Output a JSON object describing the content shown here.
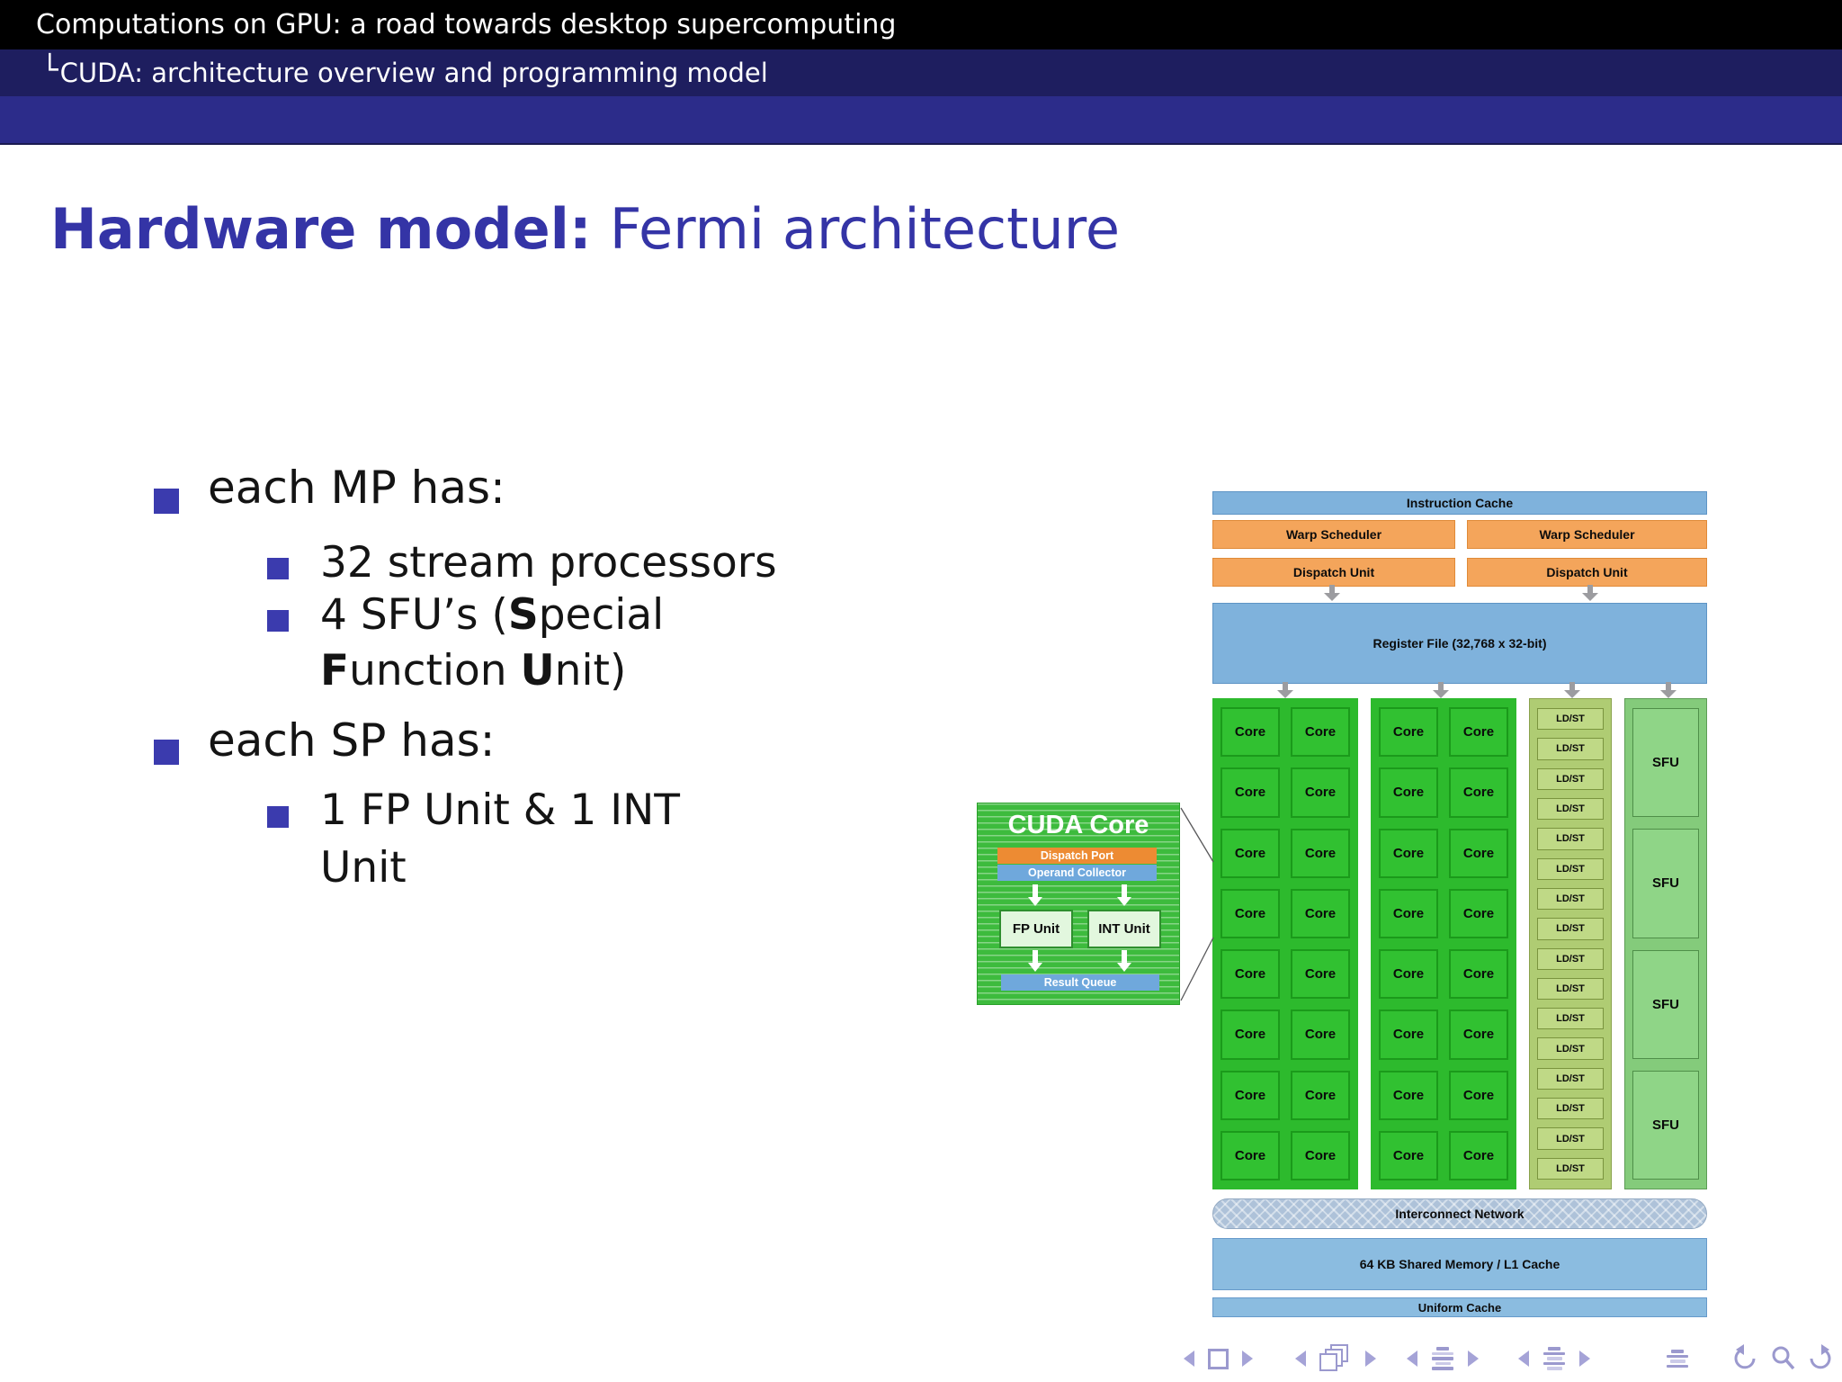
{
  "header": {
    "title": "Computations on GPU: a road towards desktop supercomputing",
    "tree_glyph": "└",
    "subtitle": "CUDA: architecture overview and programming model"
  },
  "slide": {
    "title_bold": "Hardware model:",
    "title_regular": "Fermi architecture"
  },
  "bullets": {
    "item1": "each MP has:",
    "sub1": "32 stream processors",
    "sub2_seg1": "4 SFU’s (",
    "sub2_seg2": "S",
    "sub2_seg3": "pecial",
    "sub2_seg4": "F",
    "sub2_seg5": "unction ",
    "sub2_seg6": "U",
    "sub2_seg7": "nit)",
    "item2": "each SP has:",
    "sub3_line1": "1 FP Unit & 1 INT",
    "sub3_line2": "Unit"
  },
  "sm_diagram": {
    "instruction_cache": "Instruction Cache",
    "warp_scheduler_left": "Warp Scheduler",
    "warp_scheduler_right": "Warp Scheduler",
    "dispatch_unit_left": "Dispatch Unit",
    "dispatch_unit_right": "Dispatch Unit",
    "register_file": "Register File (32,768 x 32-bit)",
    "core_label": "Core",
    "core_count_total": 32,
    "cores_per_column": 16,
    "ldst_label": "LD/ST",
    "ldst_count": 16,
    "sfu_label": "SFU",
    "sfu_count": 4,
    "interconnect": "Interconnect Network",
    "shared_memory": "64 KB Shared Memory / L1 Cache",
    "uniform_cache": "Uniform Cache"
  },
  "cuda_core": {
    "title": "CUDA Core",
    "dispatch_port": "Dispatch Port",
    "operand_collector": "Operand Collector",
    "fp_unit": "FP Unit",
    "int_unit": "INT Unit",
    "result_queue": "Result Queue"
  },
  "nav": {
    "groups": [
      {
        "icons": [
          "prev-slide-arrow",
          "current-slide-box",
          "next-slide-arrow"
        ]
      },
      {
        "icons": [
          "prev-frame-arrow",
          "frame-stack",
          "next-frame-arrow"
        ]
      },
      {
        "icons": [
          "prev-subsection-arrow",
          "subsection-outline",
          "next-subsection-arrow"
        ]
      },
      {
        "icons": [
          "prev-section-arrow",
          "section-outline",
          "next-section-arrow"
        ]
      },
      {
        "icons": [
          "presentation-outline"
        ]
      },
      {
        "icons": [
          "back-history-arrow",
          "search-magnifier",
          "forward-history-arrow"
        ]
      }
    ]
  },
  "colors": {
    "header_black": "#000000",
    "header_navy": "#1e1e5f",
    "header_blue": "#2c2c8a",
    "title_blue": "#3434a6",
    "bullet_blue": "#3b3bae",
    "box_blue": "#7fb2dc",
    "box_orange": "#f4a55b",
    "core_green": "#31c131",
    "ldst_green": "#bfd986",
    "sfu_green": "#8fd587",
    "interconnect_gray_blue": "#aec2d9",
    "inset_green": "#3dbb3d",
    "inset_orange": "#ed8b33",
    "inset_blue": "#6fa8dc",
    "nav_lavender": "#9b99ce"
  }
}
